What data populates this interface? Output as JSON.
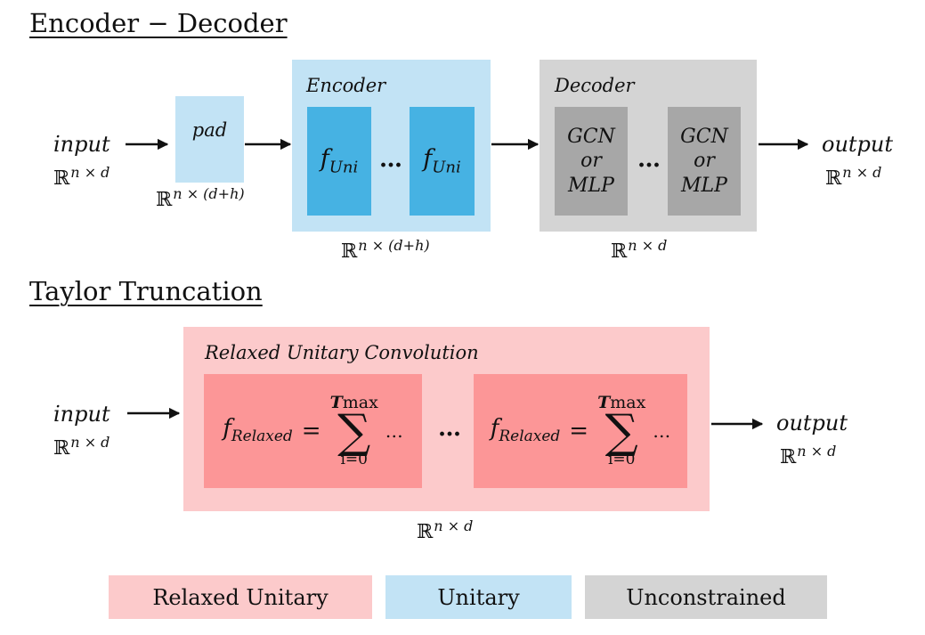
{
  "encoder_decoder": {
    "title": "Encoder − Decoder",
    "input_label": "input",
    "input_dim": {
      "base": "ℝ",
      "exp": "n × d"
    },
    "pad_label": "pad",
    "pad_dim": {
      "base": "ℝ",
      "exp": "n × (d+h)"
    },
    "encoder": {
      "label": "Encoder",
      "block": {
        "f": "f",
        "sub": "Uni"
      },
      "ellipsis": "…",
      "dim": {
        "base": "ℝ",
        "exp": "n × (d+h)"
      }
    },
    "decoder": {
      "label": "Decoder",
      "block_lines": [
        "GCN",
        "or",
        "MLP"
      ],
      "ellipsis": "…",
      "dim": {
        "base": "ℝ",
        "exp": "n × d"
      }
    },
    "output_label": "output",
    "output_dim": {
      "base": "ℝ",
      "exp": "n × d"
    }
  },
  "taylor": {
    "title": "Taylor Truncation",
    "input_label": "input",
    "input_dim": {
      "base": "ℝ",
      "exp": "n × d"
    },
    "container_label": "Relaxed Unitary Convolution",
    "block": {
      "f": "f",
      "sub": "Relaxed",
      "eq": "=",
      "sum_top_bold": "T",
      "sum_top_sub": "max",
      "sigma": "∑",
      "sum_bottom": "i=0",
      "trail": "…"
    },
    "ellipsis": "…",
    "container_dim": {
      "base": "ℝ",
      "exp": "n × d"
    },
    "output_label": "output",
    "output_dim": {
      "base": "ℝ",
      "exp": "n × d"
    }
  },
  "legend": [
    {
      "label": "Relaxed Unitary",
      "color": "#fccacb"
    },
    {
      "label": "Unitary",
      "color": "#c2e3f5"
    },
    {
      "label": "Unconstrained",
      "color": "#d4d4d4"
    }
  ],
  "colors": {
    "unitary_light": "#c2e3f5",
    "unitary_dark": "#46b2e3",
    "unconstrained_light": "#d4d4d4",
    "unconstrained_dark": "#a7a7a7",
    "relaxed_light": "#fccacb",
    "relaxed_dark": "#fc9697"
  }
}
